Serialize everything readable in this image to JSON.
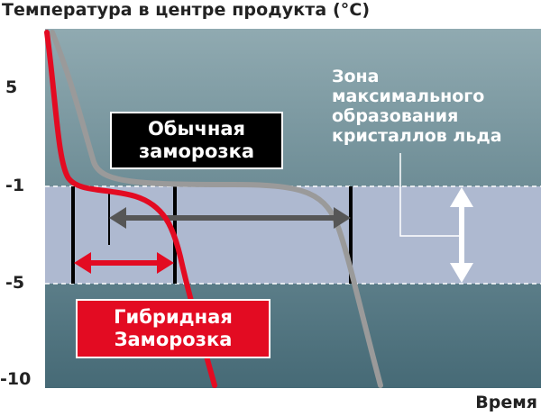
{
  "chart_data": {
    "type": "line",
    "title": "Температура в центре продукта (°С)",
    "xlabel": "Время",
    "ylabel": "Температура в центре продукта (°С)",
    "y_ticks": [
      "5",
      "-1",
      "-5",
      "-10"
    ],
    "zone": {
      "label_lines": [
        "Зона",
        "максимального",
        "образования",
        "кристаллов льда"
      ],
      "range": [
        -5,
        -1
      ]
    },
    "series": [
      {
        "name": "Обычная заморозка",
        "label_lines": [
          "Обычная",
          "заморозка"
        ],
        "color": "#9a9a9a"
      },
      {
        "name": "Гибридная Заморозка",
        "label_lines": [
          "Гибридная",
          "Заморозка"
        ],
        "color": "#e30b22"
      }
    ],
    "colors": {
      "upper_band": "#7b98a0",
      "ice_zone": "#aeb9d0",
      "lower_band": "#4f7380",
      "normal_arrow": "#565656",
      "hybrid_arrow": "#e30b22"
    }
  }
}
